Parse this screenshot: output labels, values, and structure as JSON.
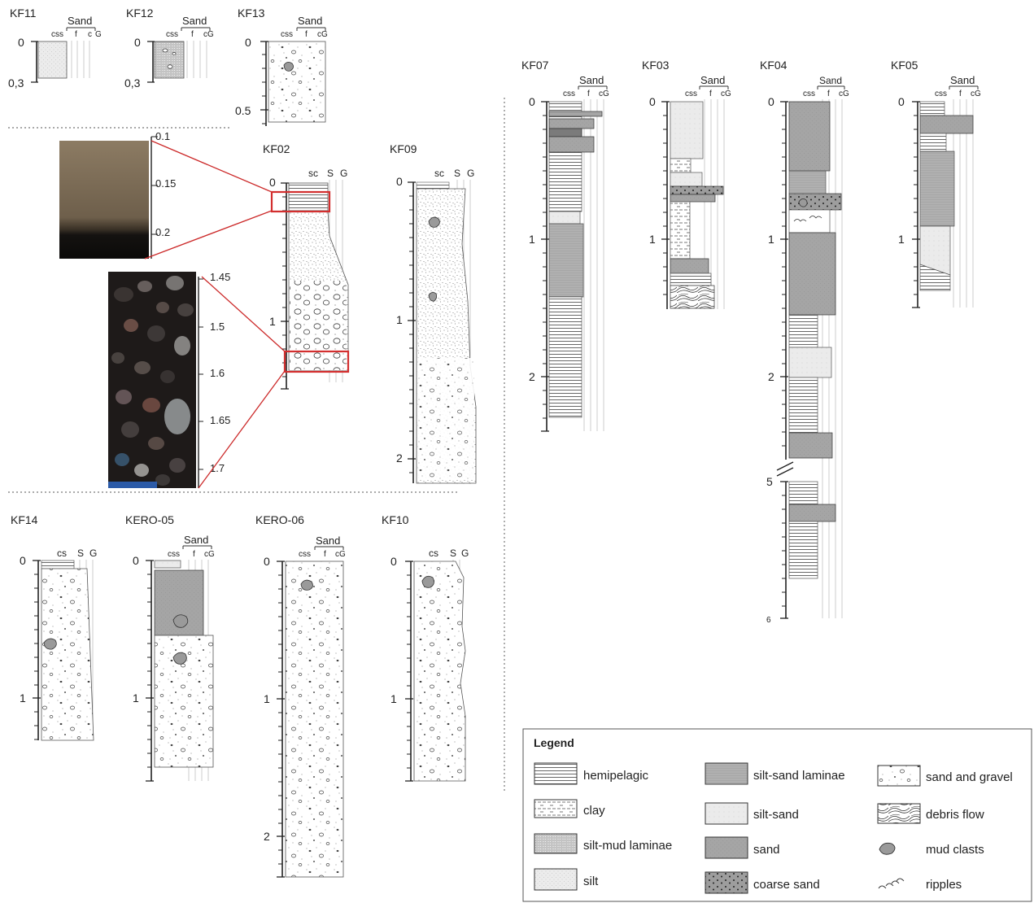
{
  "axis_labels": {
    "sand": "Sand",
    "cs": "cs",
    "css": "css",
    "s": "s",
    "f": "f",
    "c": "c",
    "cG": "cG",
    "G": "G",
    "S": "S",
    "sc": "sc"
  },
  "columns": [
    {
      "id": "KF11",
      "name": "KF11",
      "header": "sand",
      "depths": [
        "0",
        "0,3"
      ]
    },
    {
      "id": "KF12",
      "name": "KF12",
      "header": "sand",
      "depths": [
        "0",
        "0,3"
      ]
    },
    {
      "id": "KF13",
      "name": "KF13",
      "header": "sand",
      "depths": [
        "0",
        "0.5"
      ]
    },
    {
      "id": "KF02",
      "name": "KF02",
      "header": "scSG",
      "depths": [
        "0",
        "1"
      ]
    },
    {
      "id": "KF09",
      "name": "KF09",
      "header": "scSG",
      "depths": [
        "0",
        "1",
        "2"
      ]
    },
    {
      "id": "KF07",
      "name": "KF07",
      "header": "sand",
      "depths": [
        "0",
        "1",
        "2"
      ]
    },
    {
      "id": "KF03",
      "name": "KF03",
      "header": "sand",
      "depths": [
        "0",
        "1"
      ]
    },
    {
      "id": "KF04",
      "name": "KF04",
      "header": "sand",
      "depths": [
        "0",
        "1",
        "2",
        "5",
        "6"
      ]
    },
    {
      "id": "KF05",
      "name": "KF05",
      "header": "sand",
      "depths": [
        "0",
        "1"
      ]
    },
    {
      "id": "KF14",
      "name": "KF14",
      "header": "csSG",
      "depths": [
        "0",
        "1"
      ]
    },
    {
      "id": "KERO-05",
      "name": "KERO-05",
      "header": "sand",
      "depths": [
        "0",
        "1"
      ]
    },
    {
      "id": "KERO-06",
      "name": "KERO-06",
      "header": "sand",
      "depths": [
        "0",
        "1",
        "2"
      ]
    },
    {
      "id": "KF10",
      "name": "KF10",
      "header": "csSG",
      "depths": [
        "0",
        "1"
      ]
    }
  ],
  "photos": {
    "top": {
      "scale": [
        "0.1",
        "0.15",
        "0.2"
      ]
    },
    "bottom": {
      "scale": [
        "1.45",
        "1.5",
        "1.6",
        "1.65",
        "1.7"
      ]
    }
  },
  "legend": {
    "title": "Legend",
    "items": [
      {
        "key": "hemipelagic",
        "label": "hemipelagic"
      },
      {
        "key": "clay",
        "label": "clay"
      },
      {
        "key": "siltmud",
        "label": "silt-mud laminae"
      },
      {
        "key": "silt",
        "label": "silt"
      },
      {
        "key": "siltsandlam",
        "label": "silt-sand laminae"
      },
      {
        "key": "siltsand",
        "label": "silt-sand"
      },
      {
        "key": "sand",
        "label": "sand"
      },
      {
        "key": "coarsesand",
        "label": "coarse sand"
      },
      {
        "key": "sandgravel",
        "label": "sand and gravel"
      },
      {
        "key": "debris",
        "label": "debris flow"
      },
      {
        "key": "mudclasts",
        "label": "mud clasts"
      },
      {
        "key": "ripples",
        "label": "ripples"
      }
    ]
  }
}
